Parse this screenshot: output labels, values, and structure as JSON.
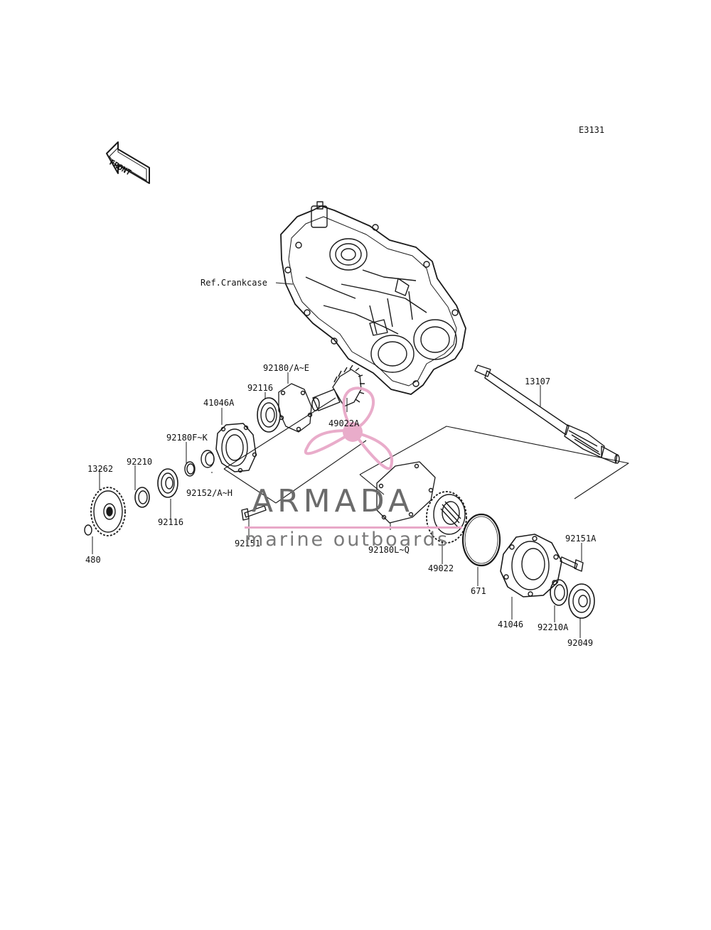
{
  "diagram": {
    "code": "E3131",
    "front_label": "FRONT",
    "ref_label": "Ref.Crankcase",
    "parts": [
      {
        "id": "p-13107",
        "number": "13107"
      },
      {
        "id": "p-92180ae",
        "number": "92180/A~E"
      },
      {
        "id": "p-92116-upper",
        "number": "92116"
      },
      {
        "id": "p-41046a",
        "number": "41046A"
      },
      {
        "id": "p-49022a",
        "number": "49022A"
      },
      {
        "id": "p-92180fk",
        "number": "92180F~K"
      },
      {
        "id": "p-13262",
        "number": "13262"
      },
      {
        "id": "p-92210",
        "number": "92210"
      },
      {
        "id": "p-92152",
        "number": "92152/A~H"
      },
      {
        "id": "p-92116-lower",
        "number": "92116"
      },
      {
        "id": "p-480",
        "number": "480"
      },
      {
        "id": "p-92151",
        "number": "92151"
      },
      {
        "id": "p-92180lq",
        "number": "92180L~Q"
      },
      {
        "id": "p-49022",
        "number": "49022"
      },
      {
        "id": "p-671",
        "number": "671"
      },
      {
        "id": "p-92151a",
        "number": "92151A"
      },
      {
        "id": "p-41046",
        "number": "41046"
      },
      {
        "id": "p-92210a",
        "number": "92210A"
      },
      {
        "id": "p-92049",
        "number": "92049"
      }
    ]
  },
  "watermark": {
    "brand": "ARMADA",
    "tagline": "marine outboards",
    "accent_color": "#e8a8c8"
  }
}
